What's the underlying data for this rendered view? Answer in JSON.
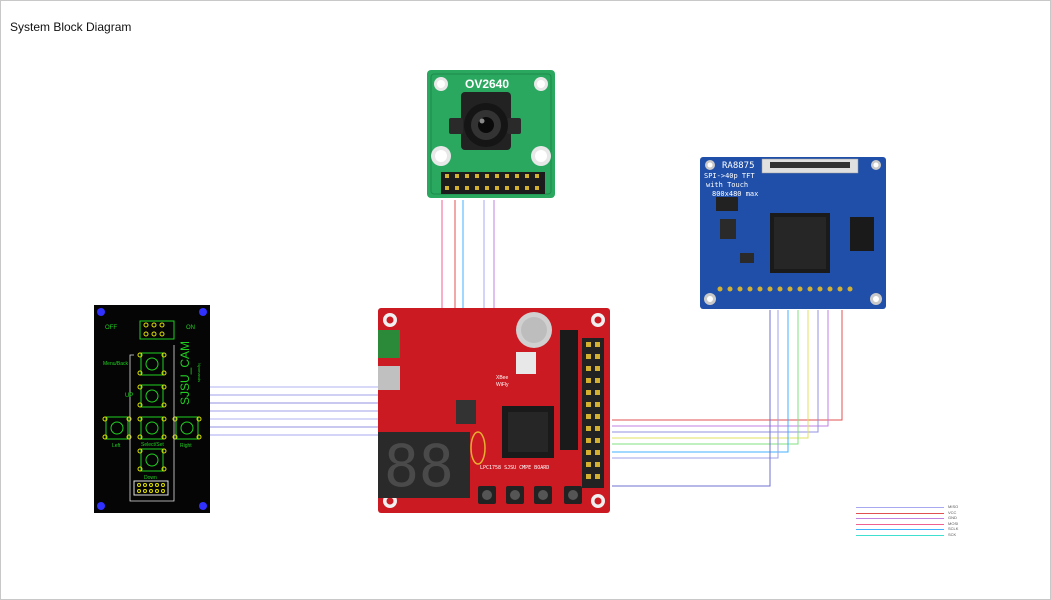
{
  "title": "System Block Diagram",
  "camera": {
    "label": "OV2640"
  },
  "sjsu_board": {
    "label": "LPC1758 SJSU CMPE BOARD",
    "xbee_label": "XBee",
    "wifly_label": "WiFly"
  },
  "display": {
    "label": "RA8875",
    "line1": "SPI->40p TFT",
    "line2": "with Touch",
    "line3": "800x480 max"
  },
  "keypad": {
    "label": "SJSU_CAM",
    "sublabel": "Nyomands",
    "switch_off": "OFF",
    "switch_on": "ON",
    "btn_menu": "Menu/Back",
    "btn_up": "UP",
    "btn_select": "Select/Set",
    "btn_left": "Left",
    "btn_right": "Right",
    "btn_down": "Down"
  },
  "legend": [
    {
      "label": "MISO",
      "color": "#a8a8f0"
    },
    {
      "label": "VCC",
      "color": "#e05050"
    },
    {
      "label": "GND",
      "color": "#c080e0"
    },
    {
      "label": "MOSI",
      "color": "#f06090"
    },
    {
      "label": "SCLK",
      "color": "#40b0ff"
    },
    {
      "label": "SCK",
      "color": "#40e0d0"
    }
  ]
}
